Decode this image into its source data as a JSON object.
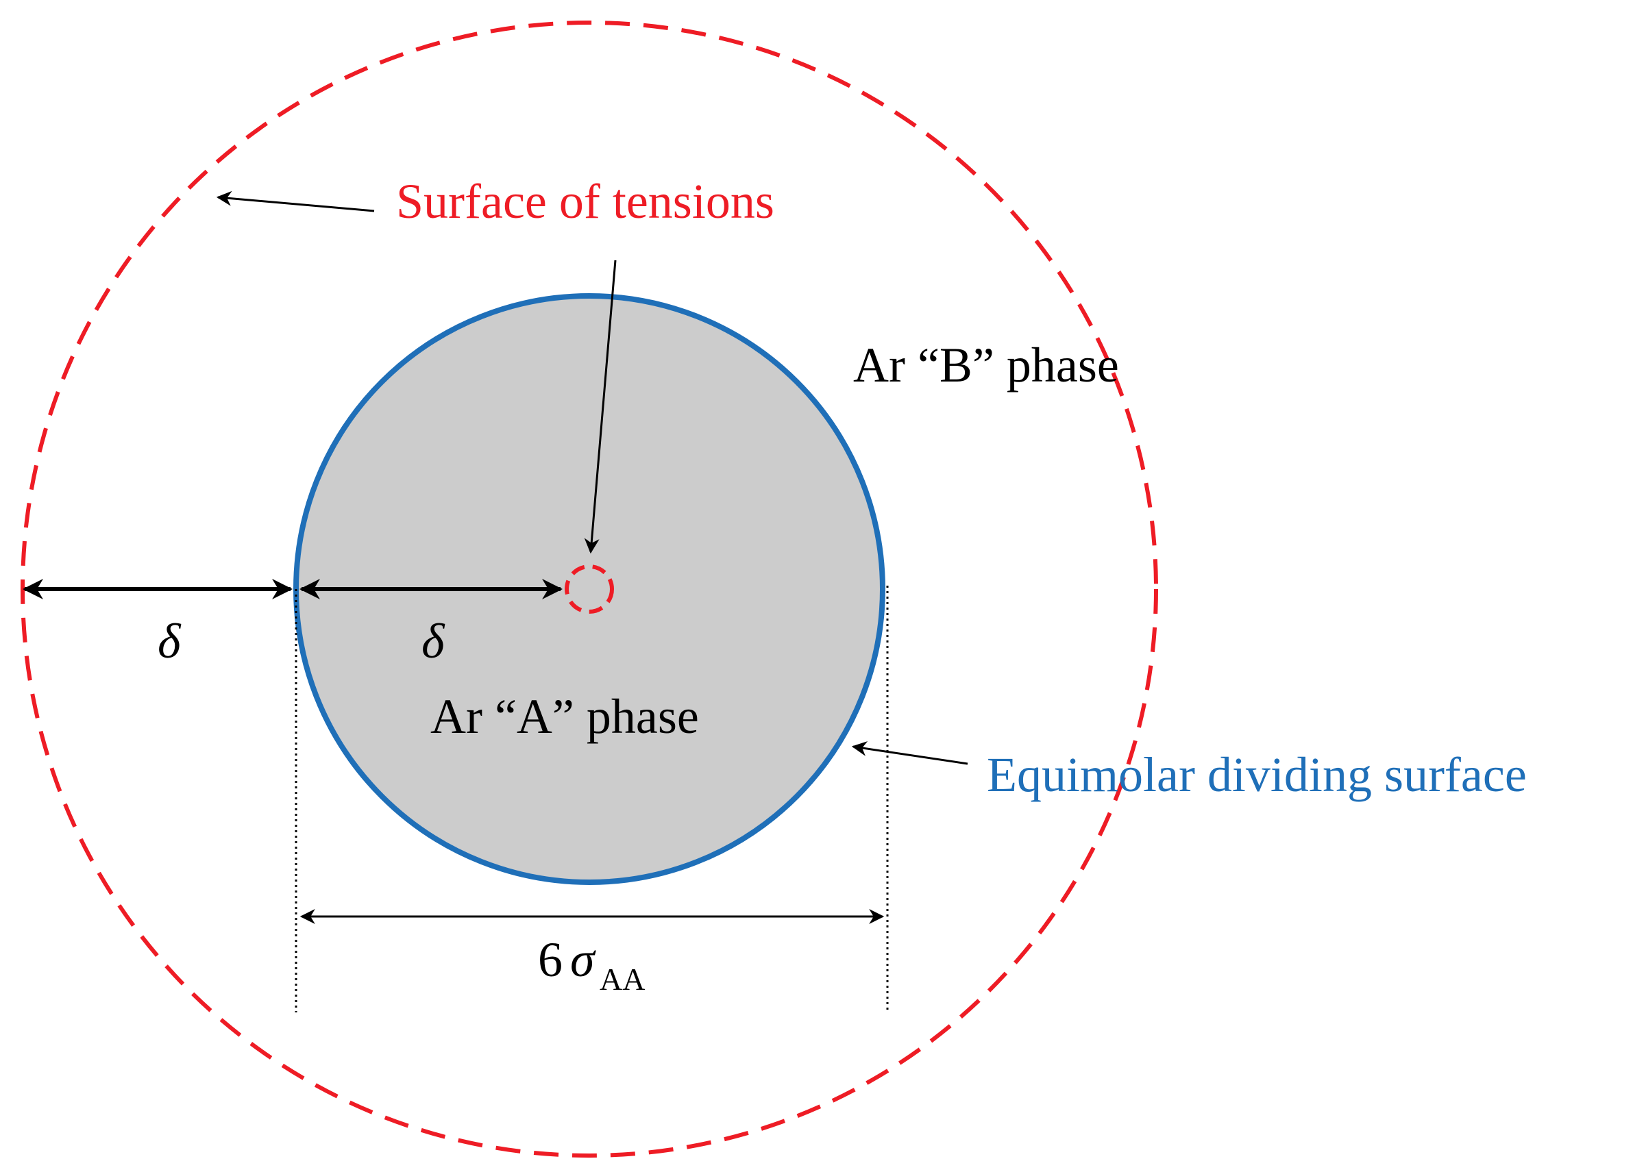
{
  "labels": {
    "surface_of_tensions": "Surface of tensions",
    "phase_b": "Ar “B” phase",
    "phase_a": "Ar “A” phase",
    "equimolar": "Equimolar dividing surface",
    "delta_left": "δ",
    "delta_right": "δ",
    "diameter_coefficient": "6",
    "diameter_symbol": "σ",
    "diameter_subscript": "AA"
  },
  "colors": {
    "tension_surface": "#ee1c25",
    "equimolar_surface": "#1f6fb8",
    "droplet_fill": "#cccccc",
    "annotation": "#000000"
  }
}
